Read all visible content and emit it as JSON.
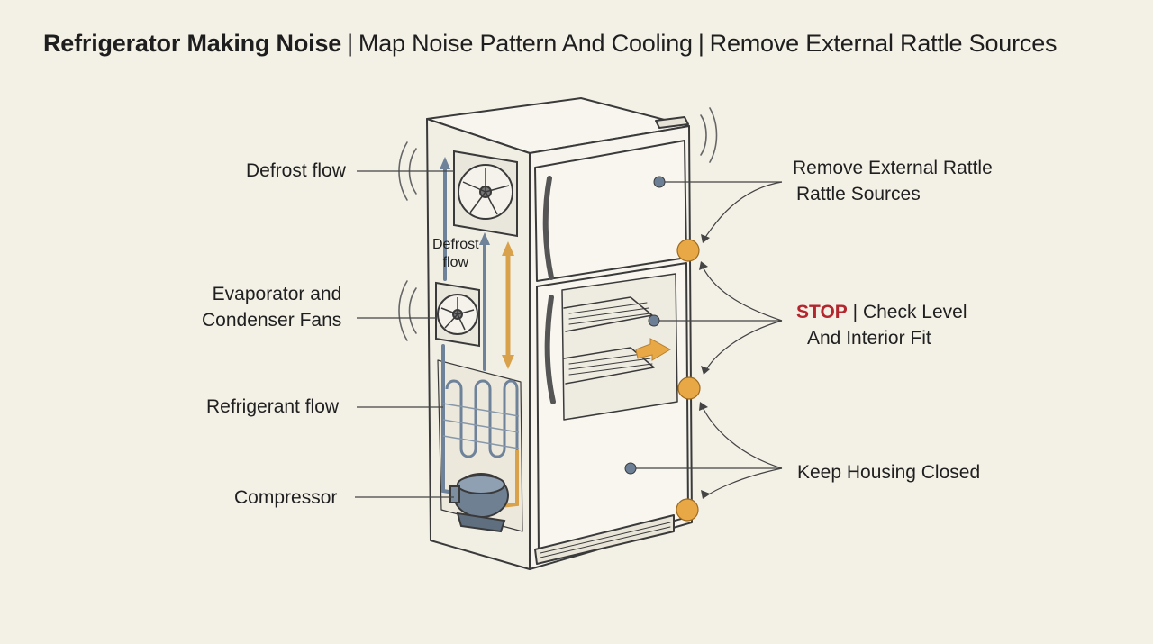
{
  "title": {
    "part1": "Refrigerator Making Noise",
    "separator": "|",
    "part2": "Map Noise Pattern And Cooling",
    "part3": "Remove External Rattle Sources"
  },
  "labels": {
    "defrost_flow_left": "Defrost flow",
    "defrost_flow_inner_line1": "Defrost",
    "defrost_flow_inner_line2": "flow",
    "evaporator_line1": "Evaporator and",
    "evaporator_line2": "Condenser Fans",
    "refrigerant_flow": "Refrigerant flow",
    "compressor": "Compressor",
    "remove_rattle_line1": "Remove External Rattle",
    "remove_rattle_line2": "Rattle Sources",
    "stop": "STOP",
    "stop_sep": "|",
    "check_level_line1": "Check Level",
    "check_level_line2": "And Interior Fit",
    "keep_housing": "Keep Housing Closed"
  },
  "colors": {
    "background": "#f3f0e6",
    "outline": "#3a3a3a",
    "blue_flow": "#6e8299",
    "orange_flow": "#d9a24a",
    "marker_orange": "#e8a845",
    "marker_blue": "#6c7f95",
    "stop_red": "#b3262d"
  }
}
